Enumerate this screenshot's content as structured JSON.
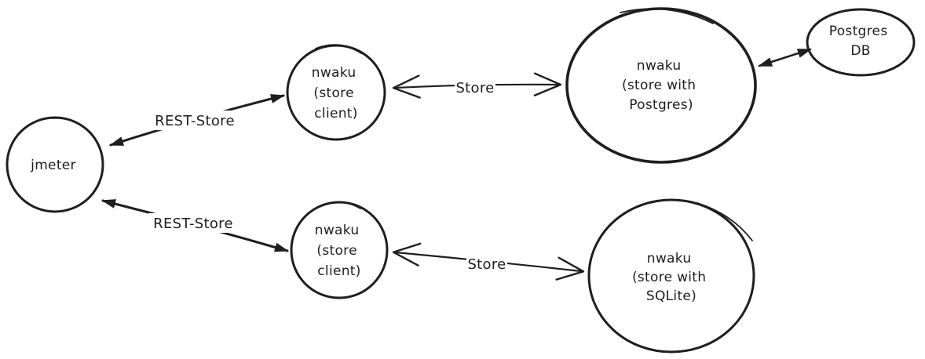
{
  "canvas": {
    "background_color": "#ffffff",
    "ink_color": "#1e1e1e",
    "style": "hand-drawn whiteboard sketch"
  },
  "nodes": {
    "jmeter": {
      "lines": [
        "jmeter"
      ]
    },
    "store_client_top": {
      "lines": [
        "nwaku",
        "(store",
        "client)"
      ]
    },
    "store_postgres": {
      "lines": [
        "nwaku",
        "(store with",
        "Postgres)"
      ]
    },
    "postgres_db": {
      "lines": [
        "Postgres",
        "DB"
      ]
    },
    "store_client_bottom": {
      "lines": [
        "nwaku",
        "(store",
        "client)"
      ]
    },
    "store_sqlite": {
      "lines": [
        "nwaku",
        "(store with",
        "SQLite)"
      ]
    }
  },
  "edges": {
    "rest_store_top": {
      "label": "REST-Store",
      "from": "jmeter",
      "to": "store_client_top",
      "direction": "bidirectional"
    },
    "store_top": {
      "label": "Store",
      "from": "store_client_top",
      "to": "store_postgres",
      "direction": "bidirectional"
    },
    "rest_store_bottom": {
      "label": "REST-Store",
      "from": "jmeter",
      "to": "store_client_bottom",
      "direction": "bidirectional"
    },
    "store_bottom": {
      "label": "Store",
      "from": "store_client_bottom",
      "to": "store_sqlite",
      "direction": "bidirectional"
    },
    "postgres_link": {
      "label": "",
      "from": "store_postgres",
      "to": "postgres_db",
      "direction": "bidirectional"
    }
  }
}
